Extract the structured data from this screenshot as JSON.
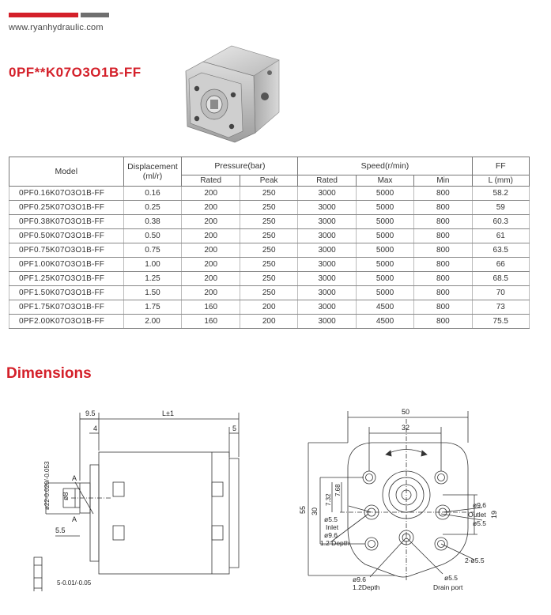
{
  "header": {
    "website": "www.ryanhydraulic.com",
    "brand_colors": {
      "red": "#d4202a",
      "gray": "#6f6f6f"
    }
  },
  "product": {
    "title": "0PF**K07O3O1B-FF",
    "image_icon": "gear-pump-photo"
  },
  "table": {
    "headers": {
      "model": "Model",
      "displacement": "Displacement",
      "displacement_unit": "(ml/r)",
      "pressure": "Pressure(bar)",
      "speed": "Speed(r/min)",
      "ff": "FF",
      "rated_p": "Rated",
      "peak": "Peak",
      "rated_s": "Rated",
      "max": "Max",
      "min": "Min",
      "length": "L (mm)"
    },
    "rows": [
      {
        "model": "0PF0.16K07O3O1B-FF",
        "disp": "0.16",
        "p_rated": "200",
        "p_peak": "250",
        "s_rated": "3000",
        "s_max": "5000",
        "s_min": "800",
        "l": "58.2"
      },
      {
        "model": "0PF0.25K07O3O1B-FF",
        "disp": "0.25",
        "p_rated": "200",
        "p_peak": "250",
        "s_rated": "3000",
        "s_max": "5000",
        "s_min": "800",
        "l": "59"
      },
      {
        "model": "0PF0.38K07O3O1B-FF",
        "disp": "0.38",
        "p_rated": "200",
        "p_peak": "250",
        "s_rated": "3000",
        "s_max": "5000",
        "s_min": "800",
        "l": "60.3"
      },
      {
        "model": "0PF0.50K07O3O1B-FF",
        "disp": "0.50",
        "p_rated": "200",
        "p_peak": "250",
        "s_rated": "3000",
        "s_max": "5000",
        "s_min": "800",
        "l": "61"
      },
      {
        "model": "0PF0.75K07O3O1B-FF",
        "disp": "0.75",
        "p_rated": "200",
        "p_peak": "250",
        "s_rated": "3000",
        "s_max": "5000",
        "s_min": "800",
        "l": "63.5"
      },
      {
        "model": "0PF1.00K07O3O1B-FF",
        "disp": "1.00",
        "p_rated": "200",
        "p_peak": "250",
        "s_rated": "3000",
        "s_max": "5000",
        "s_min": "800",
        "l": "66"
      },
      {
        "model": "0PF1.25K07O3O1B-FF",
        "disp": "1.25",
        "p_rated": "200",
        "p_peak": "250",
        "s_rated": "3000",
        "s_max": "5000",
        "s_min": "800",
        "l": "68.5"
      },
      {
        "model": "0PF1.50K07O3O1B-FF",
        "disp": "1.50",
        "p_rated": "200",
        "p_peak": "250",
        "s_rated": "3000",
        "s_max": "5000",
        "s_min": "800",
        "l": "70"
      },
      {
        "model": "0PF1.75K07O3O1B-FF",
        "disp": "1.75",
        "p_rated": "160",
        "p_peak": "200",
        "s_rated": "3000",
        "s_max": "4500",
        "s_min": "800",
        "l": "73"
      },
      {
        "model": "0PF2.00K07O3O1B-FF",
        "disp": "2.00",
        "p_rated": "160",
        "p_peak": "200",
        "s_rated": "3000",
        "s_max": "4500",
        "s_min": "800",
        "l": "75.5"
      }
    ]
  },
  "dimensions": {
    "title": "Dimensions",
    "side_view": {
      "dim_9_5": "9.5",
      "dim_l": "L±1",
      "dim_4": "4",
      "dim_5": "5",
      "dim_8": "ø8",
      "dim_22": "ø22-0.020/-0.053",
      "dim_5_5": "5.5",
      "section_a": "A",
      "key_dim": "5-0.01/-0.05"
    },
    "front_view": {
      "dim_50": "50",
      "dim_32": "32",
      "dim_55": "55",
      "dim_30": "30",
      "dim_19": "19",
      "dim_7_68": "7.68",
      "dim_7_32": "7.32",
      "inlet_d1": "ø5.5",
      "inlet_label": "Inlet",
      "inlet_d2": "ø9.6",
      "inlet_depth": "1.2 Depth",
      "outlet_d1": "ø9.6",
      "outlet_label": "Outlet",
      "outlet_d2": "ø5.5",
      "mount_holes": "2-ø5.5",
      "drain_d1": "ø9.6",
      "drain_depth": "1.2Depth",
      "drain_d2": "ø5.5",
      "drain_label": "Drain port"
    }
  }
}
